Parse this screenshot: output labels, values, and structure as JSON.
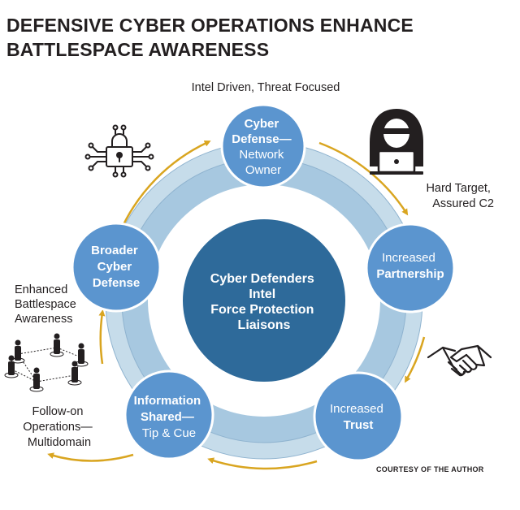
{
  "title": {
    "line1": "DEFENSIVE CYBER OPERATIONS ENHANCE",
    "line2": "BATTLESPACE AWARENESS"
  },
  "center": {
    "line1": "Cyber Defenders",
    "line2": "Intel",
    "line3": "Force Protection",
    "line4": "Liaisons"
  },
  "nodes": {
    "cyber_defense": {
      "line1": "Cyber",
      "line2": "Defense—",
      "line3": "Network",
      "line4": "Owner"
    },
    "partnership": {
      "line1": "Increased",
      "line2": "Partnership"
    },
    "trust": {
      "line1": "Increased",
      "line2": "Trust"
    },
    "information_shared": {
      "line1": "Information",
      "line2": "Shared—",
      "line3": "Tip & Cue"
    },
    "broader_defense": {
      "line1": "Broader",
      "line2": "Cyber",
      "line3": "Defense"
    }
  },
  "notes": {
    "intel_driven": "Intel Driven, Threat Focused",
    "hard_target": {
      "line1": "Hard Target,",
      "line2": "Assured C2"
    },
    "enhanced": {
      "line1": "Enhanced",
      "line2": "Battlespace",
      "line3": "Awareness"
    },
    "follow_on": {
      "line1": "Follow-on",
      "line2": "Operations—",
      "line3": "Multidomain"
    }
  },
  "credit": "COURTESY OF THE AUTHOR",
  "colors": {
    "node_fill": "#5b95cf",
    "node_stroke": "#ffffff",
    "center_fill": "#2e6a9a",
    "ring_outer": "#c6dcea",
    "ring_inner": "#a7c8e0",
    "arrow": "#d9a520",
    "icon": "#231f20"
  },
  "icons": [
    "padlock-circuit-icon",
    "hooded-hacker-laptop-icon",
    "handshake-icon",
    "people-network-icon"
  ]
}
